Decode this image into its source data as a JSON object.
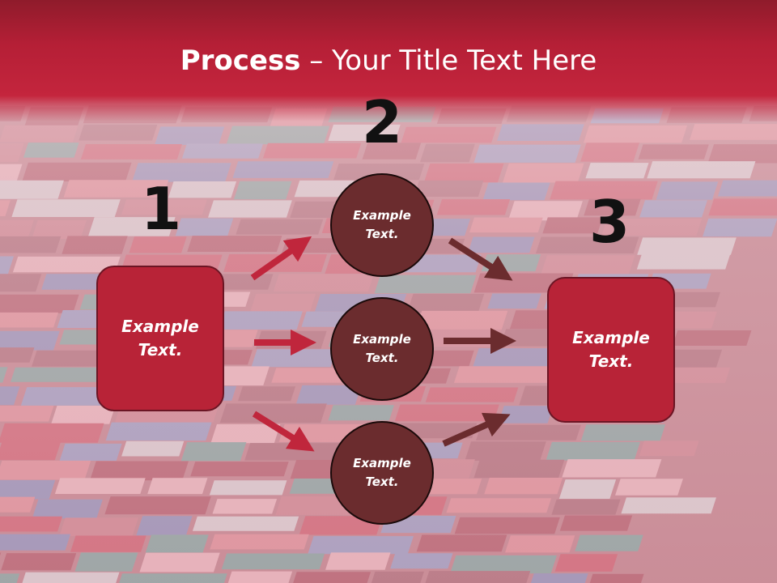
{
  "slide": {
    "title_bold": "Process",
    "title_rest": " – Your Title Text Here",
    "numbers": [
      "1",
      "2",
      "3"
    ],
    "left_box": "Example\nText.",
    "right_box": "Example\nText.",
    "circles": [
      "Example\nText.",
      "Example\nText.",
      "Example\nText."
    ]
  },
  "colors": {
    "header": "#b51f36",
    "box_fill": "#b82337",
    "circle_fill": "#6b2c2e",
    "arrow_red": "#c0263c",
    "arrow_dark": "#6b2c2e"
  }
}
